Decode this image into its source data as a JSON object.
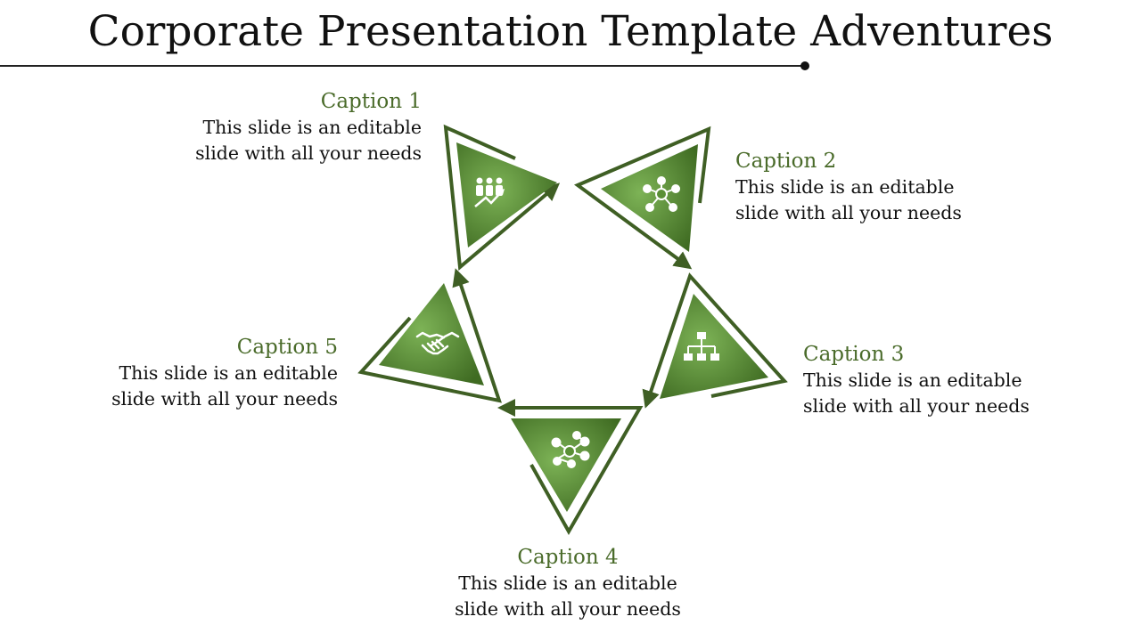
{
  "title": "Corporate Presentation Template Adventures",
  "colors": {
    "accent": "#4a6b2a",
    "fill_light": "#6fa547",
    "fill_dark": "#3f6b22"
  },
  "captions": [
    {
      "heading": "Caption 1",
      "line1": "This slide is an editable",
      "line2": "slide with all your needs",
      "icon": "team-growth-icon"
    },
    {
      "heading": "Caption 2",
      "line1": "This slide is an editable",
      "line2": "slide with all your needs",
      "icon": "network-people-icon"
    },
    {
      "heading": "Caption 3",
      "line1": "This slide is an editable",
      "line2": "slide with all your needs",
      "icon": "hierarchy-icon"
    },
    {
      "heading": "Caption 4",
      "line1": "This slide is an editable",
      "line2": "slide with all your needs",
      "icon": "connections-icon"
    },
    {
      "heading": "Caption 5",
      "line1": "This slide is an editable",
      "line2": "slide with all your needs",
      "icon": "handshake-icon"
    }
  ]
}
